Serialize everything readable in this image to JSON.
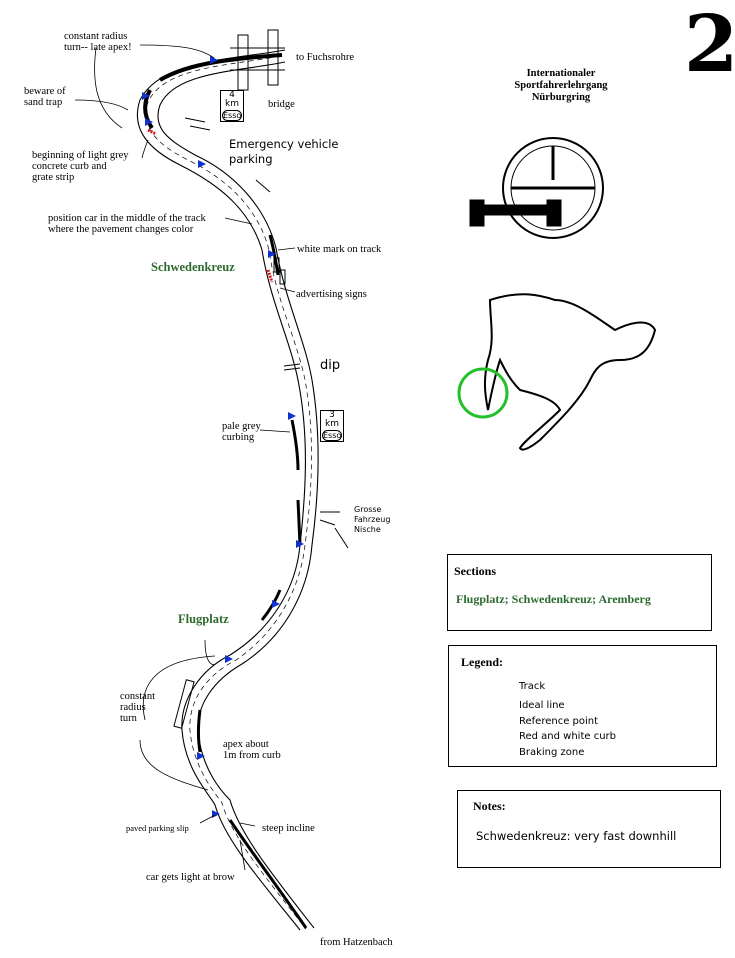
{
  "page_number": "2",
  "header": {
    "line1": "Internationaler",
    "line2": "Sportfahrerlehrgang",
    "line3": "Nürburgring"
  },
  "labels": {
    "constant_radius_top": "constant radius",
    "constant_radius_top2": "turn-- late apex!",
    "to_fuchsrohre": "to Fuchsrohre",
    "beware1": "beware of",
    "beware2": "sand trap",
    "bridge": "bridge",
    "km4_num": "4",
    "km4_unit": "km",
    "km_esso": "Esso",
    "emergency1": "Emergency vehicle",
    "emergency2": "parking",
    "light_grey1": "beginning of light grey",
    "light_grey2": "concrete curb and",
    "light_grey3": "grate strip",
    "position1": "position car in the middle of the track",
    "position2": "where the pavement changes color",
    "white_mark": "white mark on track",
    "schwedenkreuz": "Schwedenkreuz",
    "advertising": "advertising signs",
    "dip": "dip",
    "pale_grey1": "pale grey",
    "pale_grey2": "curbing",
    "km3_num": "3",
    "km3_unit": "km",
    "grosse1": "Grosse",
    "grosse2": "Fahrzeug",
    "grosse3": "Nische",
    "flugplatz": "Flugplatz",
    "constant_radius_low1": "constant",
    "constant_radius_low2": "radius",
    "constant_radius_low3": "turn",
    "apex1": "apex  about",
    "apex2": "1m from curb",
    "paved_parking": "paved parking slip",
    "steep_incline": "steep incline",
    "car_light": "car gets light at brow",
    "from_hatzenbach": "from Hatzenbach"
  },
  "sections": {
    "heading": "Sections",
    "list": "Flugplatz; Schwedenkreuz; Aremberg"
  },
  "legend": {
    "heading": "Legend:",
    "items": [
      "Track",
      "Ideal line",
      "Reference point",
      "Red and white curb",
      "Braking zone"
    ]
  },
  "notes": {
    "heading": "Notes:",
    "text": "Schwedenkreuz: very fast downhill"
  },
  "colors": {
    "reference_point": "#1030d0",
    "curb_red": "#d01818",
    "section_green": "#2f6b2f",
    "highlight_circle": "#22c02a"
  }
}
